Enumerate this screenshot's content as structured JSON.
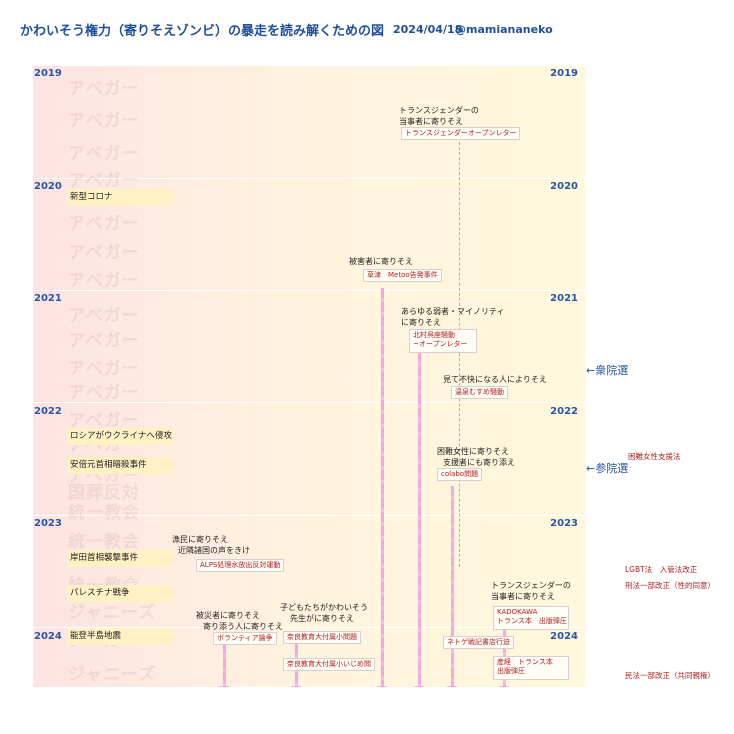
{
  "header": {
    "title": "かわいそう権力（寄りそえゾンビ）の暴走を読み解くための図",
    "date": "2024/04/18",
    "handle": "@mamiananeko"
  },
  "years": [
    "2019",
    "2020",
    "2021",
    "2022",
    "2023",
    "2024"
  ],
  "background_words": [
    "アベガー",
    "アベガー",
    "アベガー",
    "アベガー",
    "アベガー",
    "アベガー",
    "アベガー",
    "アベガー",
    "アベガー",
    "アベガー",
    "アベガー",
    "アベガー",
    "アベガー",
    "アベガー",
    "アベガー",
    "国葬反対",
    "統一教会",
    "統一教会",
    "統一教会",
    "ジャニーズ",
    "アベガー",
    "ジャニーズ"
  ],
  "events": [
    "新型コロナ",
    "ロシアがウクライナへ侵攻",
    "安倍元首相暗殺事件",
    "岸田首相襲撃事件",
    "パレスチナ戦争",
    "能登半島地震"
  ],
  "annotations": {
    "trans_2019": {
      "label1": "トランスジェンダーの",
      "label2": "当事者に寄りそえ",
      "box": "トランスジェンダーオープンレター"
    },
    "victims": {
      "label": "被害者に寄りそえ",
      "box": "草津　Metoo告発事件"
    },
    "minority": {
      "label1": "あらゆる弱者・マイノリティ",
      "label2": "に寄りそえ",
      "box1": "北村呉座騒動",
      "box2": "~オープンレター"
    },
    "discomfort": {
      "label": "見て不快になる人によりそえ",
      "box": "温泉むすめ騒動"
    },
    "women": {
      "label1": "困難女性に寄りそえ",
      "label2": "支援者にも寄り添え",
      "box": "colabo問題"
    },
    "fishermen": {
      "label1": "漁民に寄りそえ",
      "label2": "近隣諸国の声をきけ",
      "box": "ALPS処理水放出反対運動"
    },
    "disaster": {
      "label1": "被災者に寄りそえ",
      "label2": "寄り添う人に寄りそえ",
      "box": "ボランティア論争"
    },
    "children": {
      "label1": "子どもたちがかわいそう",
      "label2": "先生がに寄りそえ",
      "box1": "奈良教育大付属小問題",
      "box2": "奈良教育大付属小いじめ問"
    },
    "trans_2023": {
      "label1": "トランスジェンダーの",
      "label2": "当事者に寄りそえ",
      "box1": "KADOKAWA",
      "box2": "トランス本　出版弾圧",
      "box3": "産経　トランス本",
      "box4": "出版弾圧"
    },
    "netoyoku": {
      "box": "ネトゲ戦記書店行迫"
    }
  },
  "side_notes": {
    "lower_house": "←衆院選",
    "upper_house": "←参院選",
    "women_support_law": "困難女性支援法",
    "lgbt_law": "LGBT法　入管法改正",
    "penal_code": "刑法一部改正（性的同意）",
    "civil_code": "民法一部改正（共同親権）"
  }
}
